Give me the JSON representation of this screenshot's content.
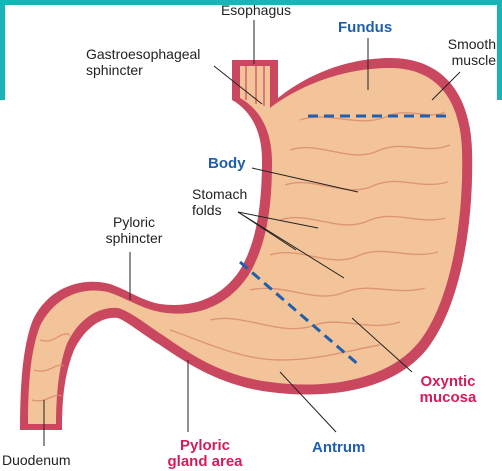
{
  "labels": {
    "esophagus": "Esophagus",
    "fundus": "Fundus",
    "smooth_muscle_1": "Smooth",
    "smooth_muscle_2": "muscle",
    "gastroesophageal_1": "Gastroesophageal",
    "gastroesophageal_2": "sphincter",
    "body": "Body",
    "stomach_folds_1": "Stomach",
    "stomach_folds_2": "folds",
    "pyloric_sphincter_1": "Pyloric",
    "pyloric_sphincter_2": "sphincter",
    "oxyntic_1": "Oxyntic",
    "oxyntic_2": "mucosa",
    "antrum": "Antrum",
    "pyloric_gland_1": "Pyloric",
    "pyloric_gland_2": "gland area",
    "duodenum": "Duodenum"
  },
  "colors": {
    "frame": "#1ab3b8",
    "muscle_wall": "#c9485f",
    "mucosa": "#f3c49a",
    "blue_label": "#1f5fad",
    "pink_label": "#d31c5b",
    "divider": "#1f5fad"
  }
}
